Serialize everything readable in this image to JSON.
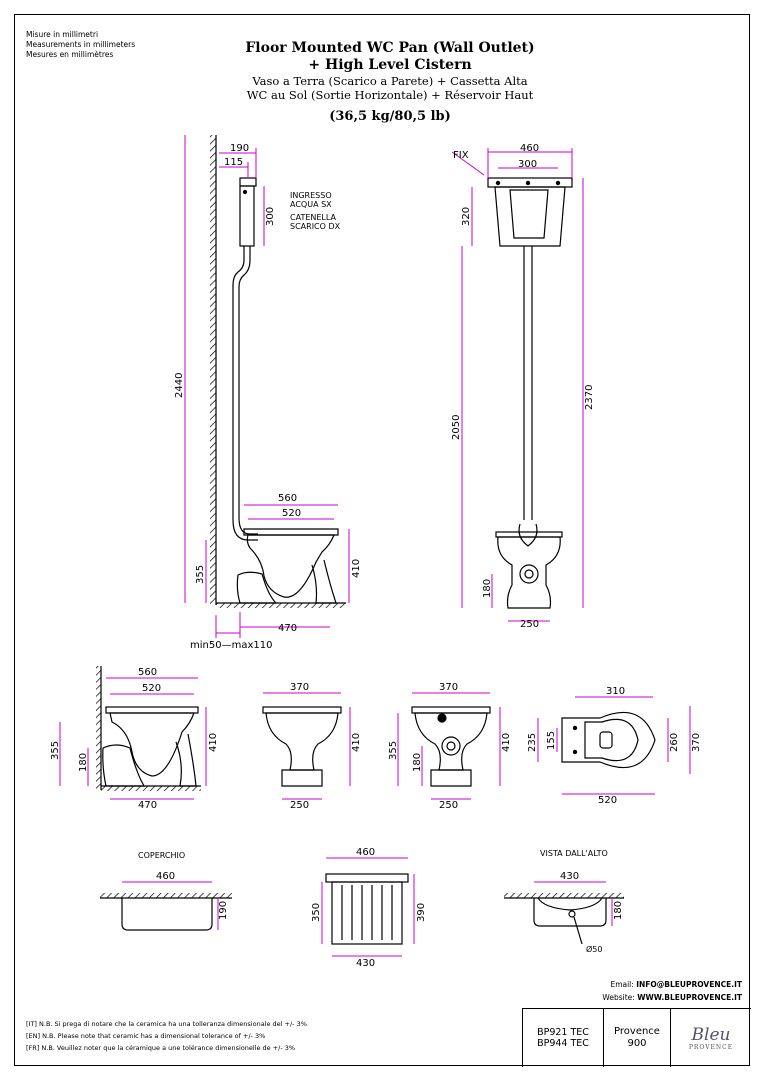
{
  "units": [
    "Misure in millimetri",
    "Measurements in millimeters",
    "Mesures en millimètres"
  ],
  "title": {
    "line1": "Floor Mounted WC Pan (Wall Outlet)",
    "line2": "+ High Level Cistern",
    "it": "Vaso a Terra (Scarico a Parete) + Cassetta Alta",
    "fr": "WC au Sol (Sortie Horizontale) + Réservoir Haut",
    "weight": "(36,5 kg/80,5 lb)"
  },
  "side": {
    "d190": "190",
    "d115": "115",
    "d300": "300",
    "d2440": "2440",
    "d560": "560",
    "d520": "520",
    "d355": "355",
    "d410": "410",
    "d470": "470",
    "ingresso1": "INGRESSO",
    "ingresso2": "ACQUA SX",
    "catenella1": "CATENELLA",
    "catenella2": "SCARICO DX",
    "min": "min50—max110"
  },
  "front": {
    "fix": "FIX",
    "d460": "460",
    "d300": "300",
    "d320": "320",
    "d2050": "2050",
    "d2370": "2370",
    "d180": "180",
    "d250": "250"
  },
  "row2": {
    "a": {
      "d560": "560",
      "d520": "520",
      "d355": "355",
      "d180": "180",
      "d410": "410",
      "d470": "470"
    },
    "b": {
      "d370": "370",
      "d410": "410",
      "d250": "250"
    },
    "c": {
      "d370": "370",
      "d355": "355",
      "d180": "180",
      "d410": "410",
      "d250": "250"
    },
    "d": {
      "d310": "310",
      "d235": "235",
      "d155": "155",
      "d260": "260",
      "d370": "370",
      "d520": "520"
    }
  },
  "row3": {
    "coperchio": "COPERCHIO",
    "c460": "460",
    "c190": "190",
    "k460": "460",
    "k350": "350",
    "k390": "390",
    "k430": "430",
    "vista": "VISTA DALL'ALTO",
    "v430": "430",
    "v180": "180",
    "v50": "Ø50"
  },
  "contact": {
    "email_label": "Email:",
    "email": "INFO@BLEUPROVENCE.IT",
    "web_label": "Website:",
    "web": "WWW.BLEUPROVENCE.IT"
  },
  "notes": [
    "[IT] N.B. Si prega di notare che la ceramica ha una tolleranza dimensionale del +/- 3%",
    "[EN] N.B. Please note that ceramic has a dimensional tolerance of +/- 3%",
    "[FR] N.B. Veuillez noter que la céramique a une tolérance dimensionelle de +/- 3%"
  ],
  "titleblock": {
    "code1": "BP921 TEC",
    "code2": "BP944 TEC",
    "series1": "Provence",
    "series2": "900",
    "logo": "Bleu",
    "logo_sub": "PROVENCE"
  },
  "colors": {
    "dimension": "#cc00cc",
    "line": "#000000"
  }
}
